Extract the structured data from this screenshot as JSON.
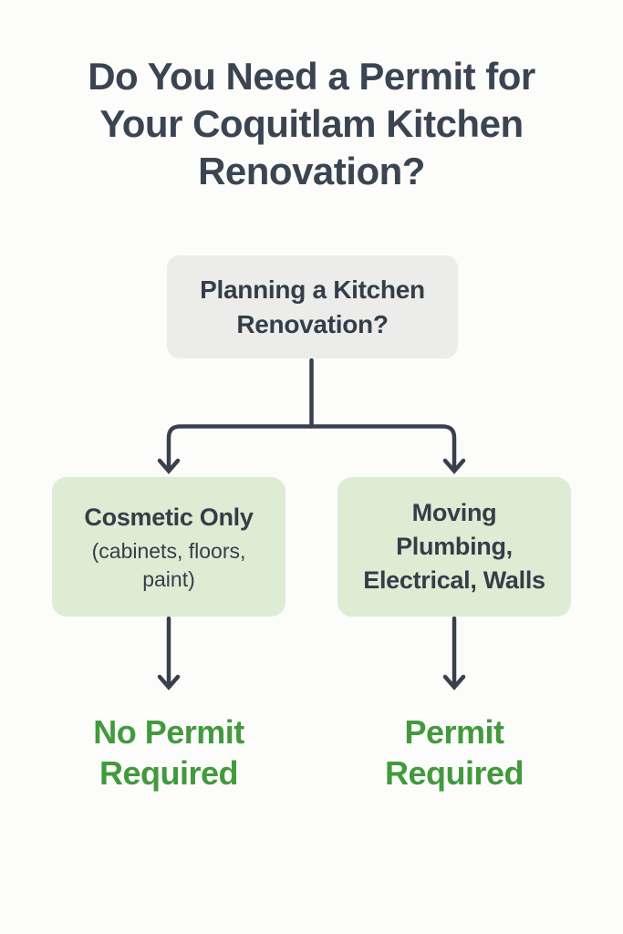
{
  "title": "Do You Need a Permit for\nYour Coquitlam Kitchen\nRenovation?",
  "flowchart": {
    "question_node": {
      "label": "Planning a Kitchen\nRenovation?"
    },
    "branches": [
      {
        "title": "Cosmetic Only",
        "subtitle": "(cabinets, floors,\npaint)",
        "result": "No Permit\nRequired"
      },
      {
        "title": "Moving\nPlumbing,\nElectrical, Walls",
        "subtitle": "",
        "result": "Permit\nRequired"
      }
    ]
  },
  "colors": {
    "background": "#fcfcfb",
    "title_text": "#3a4551",
    "node_text": "#333e49",
    "question_box_fill": "#ececeb",
    "option_box_fill": "#deecd4",
    "connector": "#37414d",
    "result_text": "#429a3c"
  }
}
